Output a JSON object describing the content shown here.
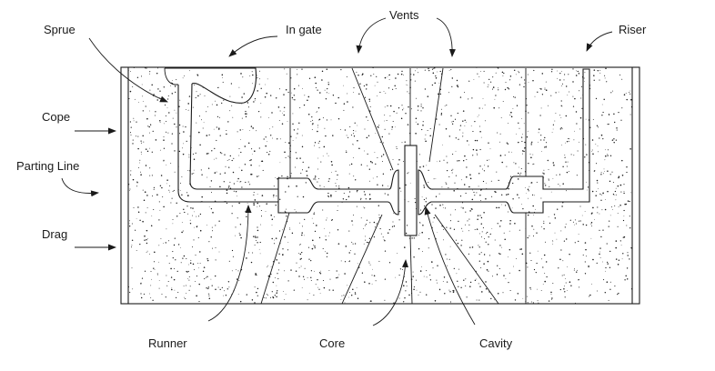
{
  "labels": {
    "sprue": "Sprue",
    "in_gate": "In gate",
    "vents": "Vents",
    "riser": "Riser",
    "cope": "Cope",
    "parting_line": "Parting Line",
    "drag": "Drag",
    "runner": "Runner",
    "core": "Core",
    "cavity": "Cavity"
  },
  "colors": {
    "ink": "#1a1a1a",
    "sand_fill": "#ffffff",
    "background": "#ffffff"
  }
}
